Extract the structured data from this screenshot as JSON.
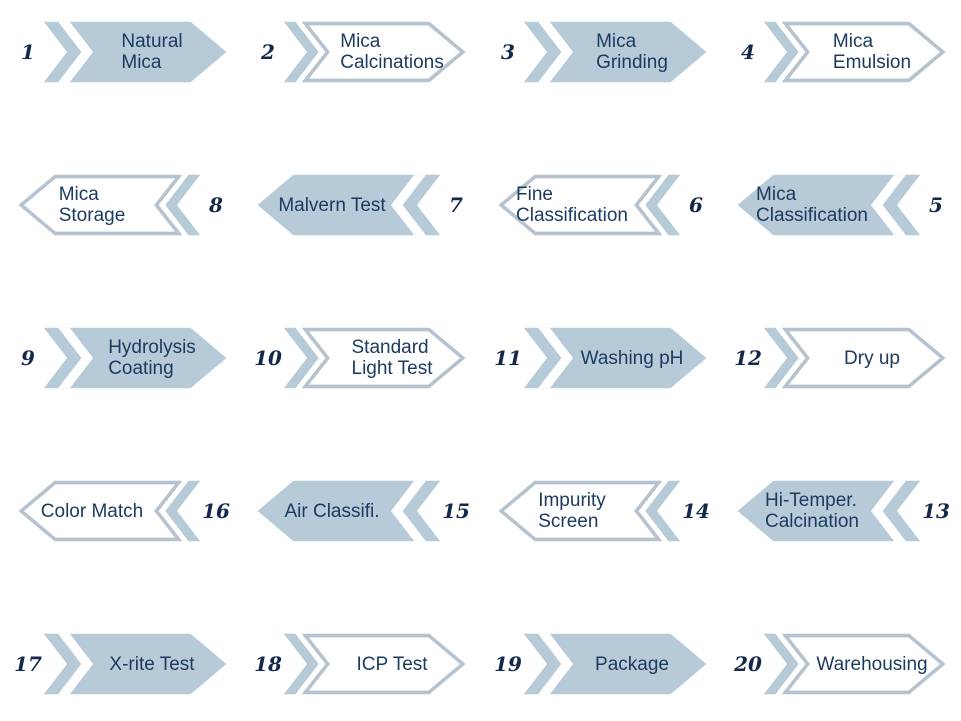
{
  "colors": {
    "arrow_fill": "#b7cad7",
    "arrow_outline_stroke": "#b6c3ce",
    "label_text": "#1a3a5e",
    "number_text": "#13294b",
    "background": "#ffffff"
  },
  "rows": [
    {
      "direction": "right",
      "steps": [
        {
          "number": "1",
          "style": "filled",
          "lines": [
            "Natural",
            "Mica"
          ]
        },
        {
          "number": "2",
          "style": "outlined",
          "lines": [
            "Mica",
            "Calcinations"
          ]
        },
        {
          "number": "3",
          "style": "filled",
          "lines": [
            "Mica",
            "Grinding"
          ]
        },
        {
          "number": "4",
          "style": "outlined",
          "lines": [
            "Mica",
            "Emulsion"
          ]
        }
      ]
    },
    {
      "direction": "left",
      "steps": [
        {
          "number": "8",
          "style": "outlined",
          "lines": [
            "Mica",
            "Storage"
          ]
        },
        {
          "number": "7",
          "style": "filled",
          "lines": [
            "Malvern Test"
          ]
        },
        {
          "number": "6",
          "style": "outlined",
          "lines": [
            "Fine",
            "Classification"
          ]
        },
        {
          "number": "5",
          "style": "filled",
          "lines": [
            "Mica",
            "Classification"
          ]
        }
      ]
    },
    {
      "direction": "right",
      "steps": [
        {
          "number": "9",
          "style": "filled",
          "lines": [
            "Hydrolysis",
            "Coating"
          ]
        },
        {
          "number": "10",
          "style": "outlined",
          "lines": [
            "Standard",
            "Light Test"
          ]
        },
        {
          "number": "11",
          "style": "filled",
          "lines": [
            "Washing pH"
          ]
        },
        {
          "number": "12",
          "style": "outlined",
          "lines": [
            "Dry up"
          ]
        }
      ]
    },
    {
      "direction": "left",
      "steps": [
        {
          "number": "16",
          "style": "outlined",
          "lines": [
            "Color Match"
          ]
        },
        {
          "number": "15",
          "style": "filled",
          "lines": [
            "Air Classifi."
          ]
        },
        {
          "number": "14",
          "style": "outlined",
          "lines": [
            "Impurity",
            "Screen"
          ]
        },
        {
          "number": "13",
          "style": "filled",
          "lines": [
            "Hi-Temper.",
            "Calcination"
          ]
        }
      ]
    },
    {
      "direction": "right",
      "steps": [
        {
          "number": "17",
          "style": "filled",
          "lines": [
            "X-rite Test"
          ]
        },
        {
          "number": "18",
          "style": "outlined",
          "lines": [
            "ICP Test"
          ]
        },
        {
          "number": "19",
          "style": "filled",
          "lines": [
            "Package"
          ]
        },
        {
          "number": "20",
          "style": "outlined",
          "lines": [
            "Warehousing"
          ]
        }
      ]
    }
  ]
}
